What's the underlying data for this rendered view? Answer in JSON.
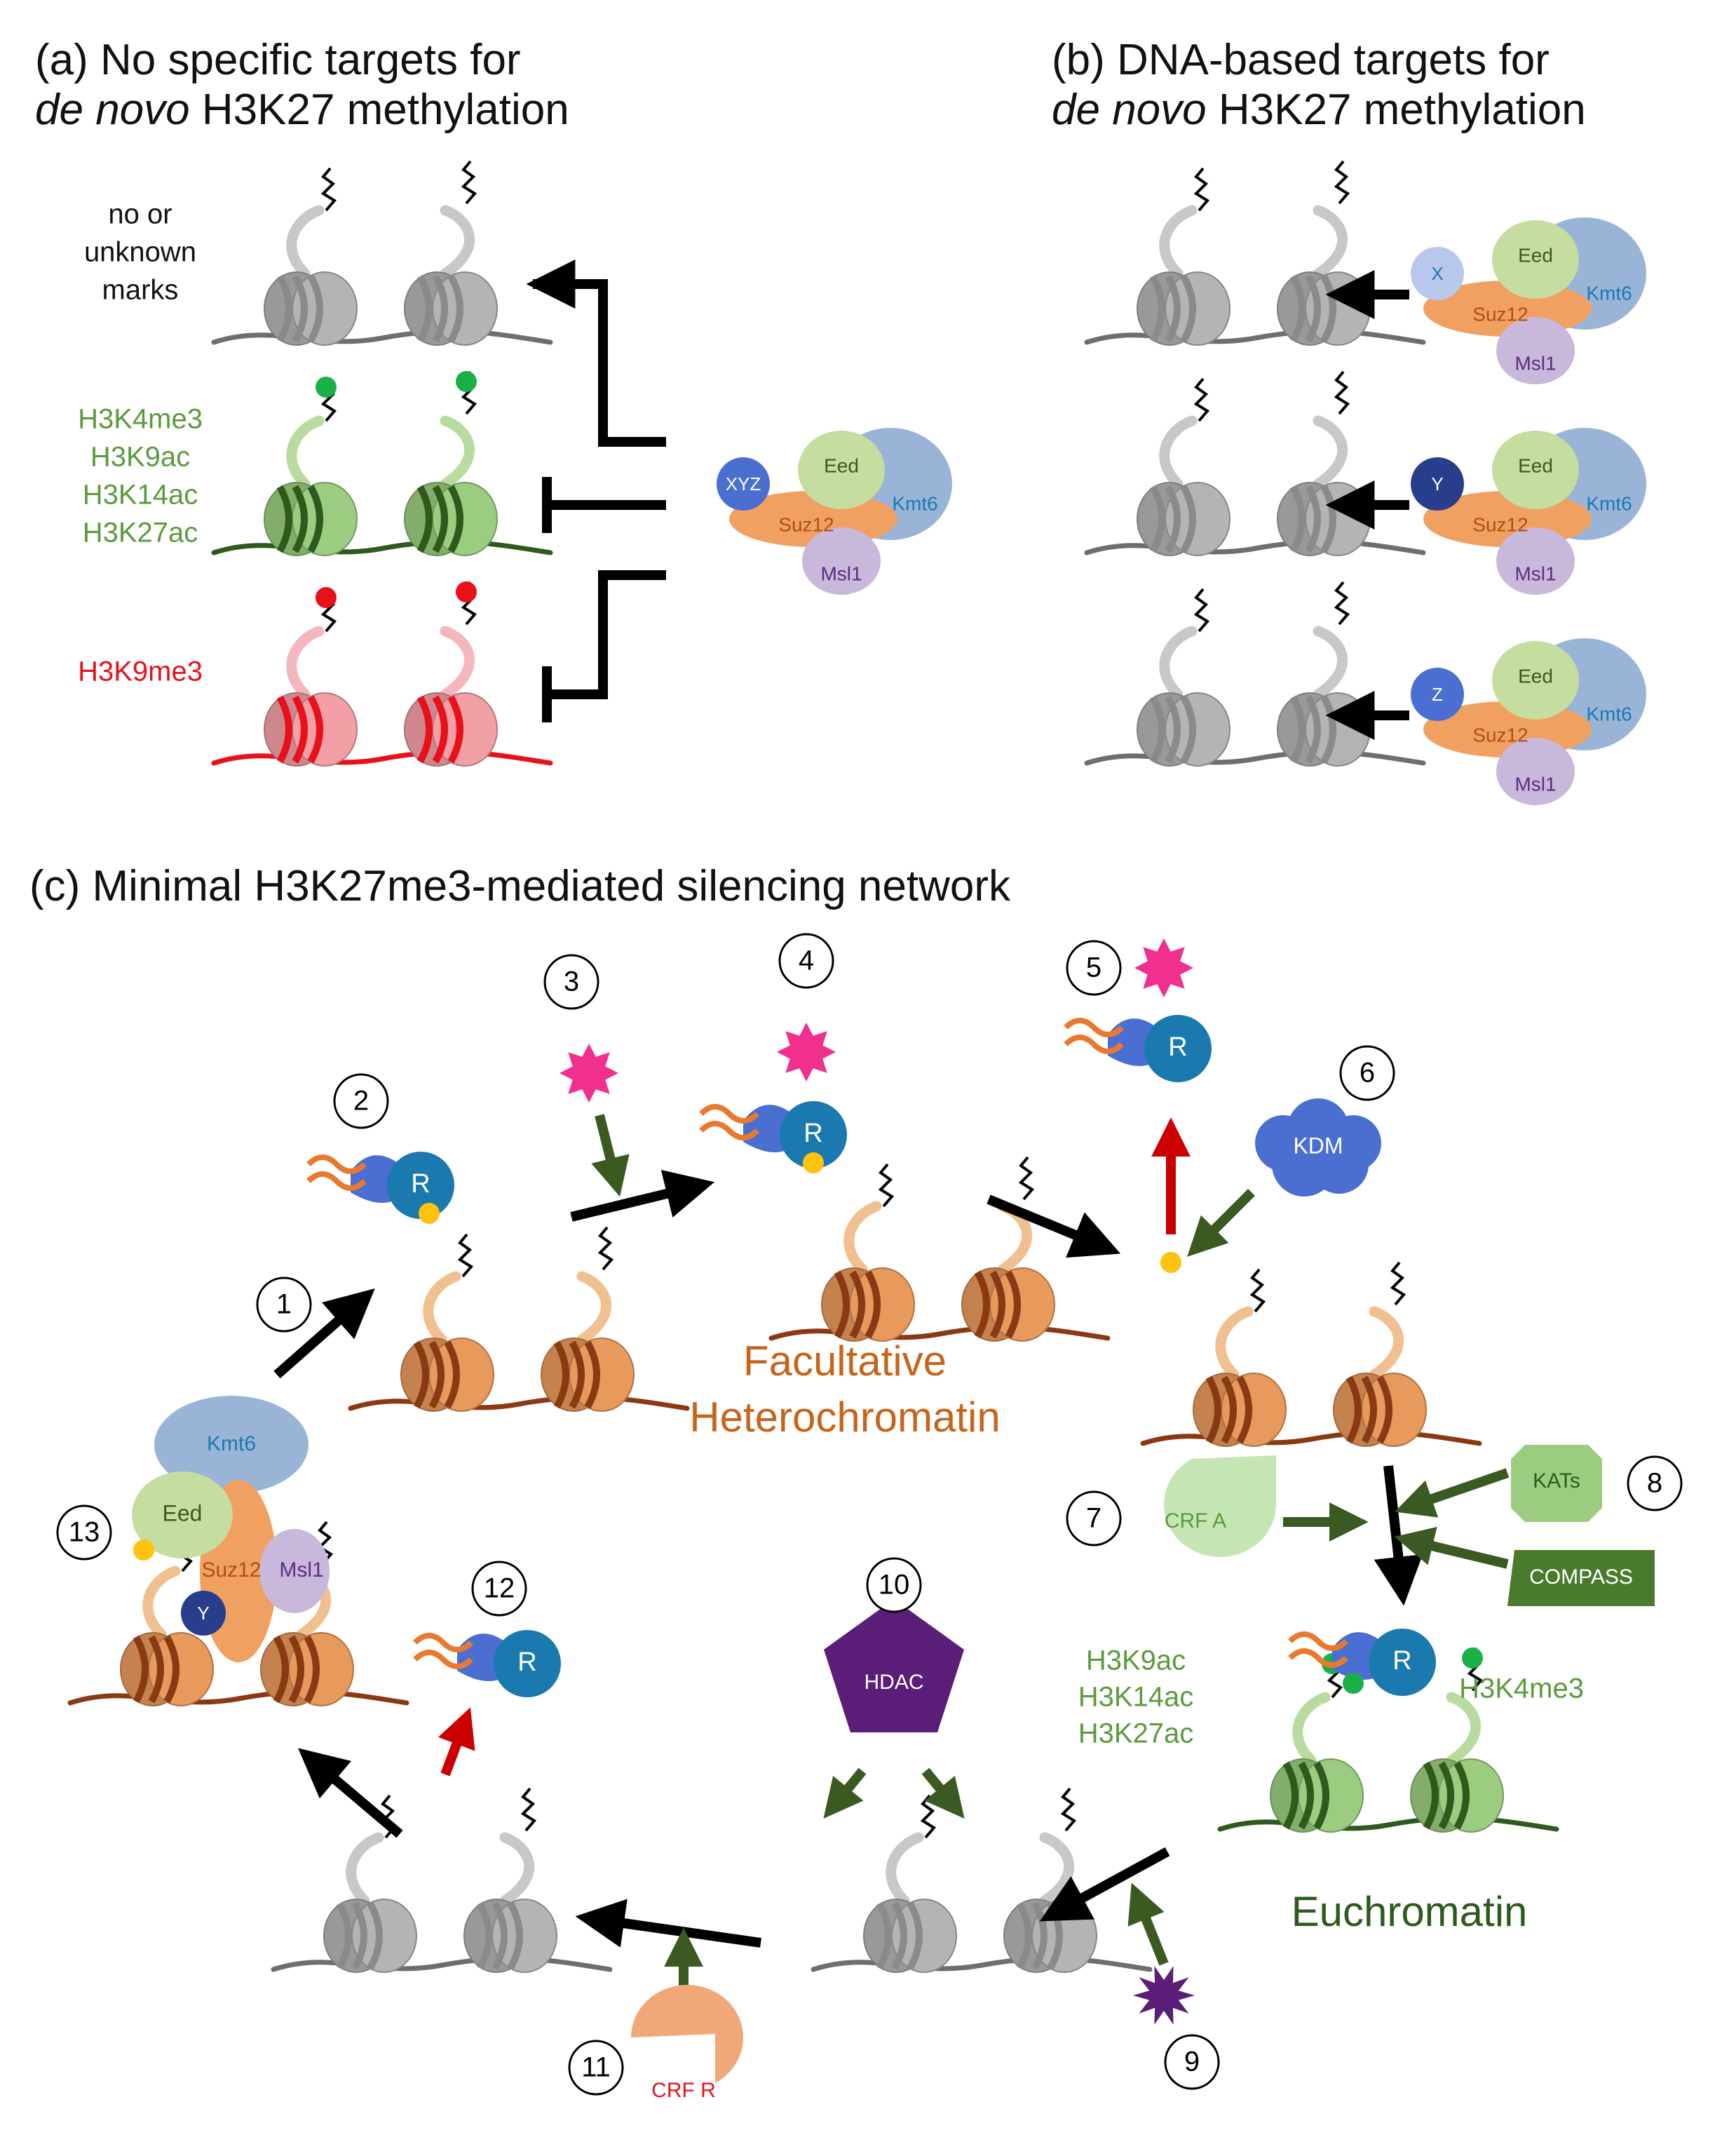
{
  "colors": {
    "grey": "#a9a9a9",
    "grey_dark": "#6e6e6e",
    "green": "#5c9a3e",
    "green_light": "#9bcc7f",
    "green_dark": "#2e5a1c",
    "red": "#e8101a",
    "pink": "#f2a0a6",
    "orange": "#e8995c",
    "orange_dark": "#8a3a12",
    "blue": "#4a6fd0",
    "teal": "#1a7ab0",
    "navy": "#283e8c",
    "eed": "#c5dd9e",
    "kmt6": "#9ab4d8",
    "msl1": "#c8b8dc",
    "suz12": "#f0a060",
    "magenta": "#f0308c",
    "yellow": "#ffc20e",
    "purple": "#5a1e78"
  },
  "panel_a": {
    "title_line1": "(a) No specific targets for",
    "title_italic": "de novo",
    "title_rest": " H3K27 methylation",
    "mark_none": [
      "no or",
      "unknown",
      "marks"
    ],
    "marks_active": [
      "H3K4me3",
      "H3K9ac",
      "H3K14ac",
      "H3K27ac"
    ],
    "marks_repressive": [
      "H3K9me3"
    ],
    "complex": {
      "factor": "XYZ",
      "eed": "Eed",
      "kmt6": "Kmt6",
      "suz12": "Suz12",
      "msl1": "Msl1"
    }
  },
  "panel_b": {
    "title_line1": "(b) DNA-based targets for",
    "title_italic": "de novo",
    "title_rest": " H3K27 methylation",
    "factors": [
      "X",
      "Y",
      "Z"
    ],
    "complex": {
      "eed": "Eed",
      "kmt6": "Kmt6",
      "suz12": "Suz12",
      "msl1": "Msl1"
    }
  },
  "panel_c": {
    "title": "(c) Minimal H3K27me3-mediated  silencing network",
    "steps": [
      "1",
      "2",
      "3",
      "4",
      "5",
      "6",
      "7",
      "8",
      "9",
      "10",
      "11",
      "12",
      "13"
    ],
    "reader": "R",
    "kdm": "KDM",
    "crf_a": "CRF A",
    "kats": "KATs",
    "compass": "COMPASS",
    "hdac": "HDAC",
    "crf_r": "CRF R",
    "facultative": [
      "Facultative",
      "Heterochromatin"
    ],
    "euchromatin": "Euchromatin",
    "eu_marks": [
      "H3K9ac",
      "H3K14ac",
      "H3K27ac"
    ],
    "eu_mark_k4": "H3K4me3",
    "complex": {
      "kmt6": "Kmt6",
      "eed": "Eed",
      "suz12": "Suz12",
      "msl1": "Msl1",
      "factor": "Y"
    }
  }
}
